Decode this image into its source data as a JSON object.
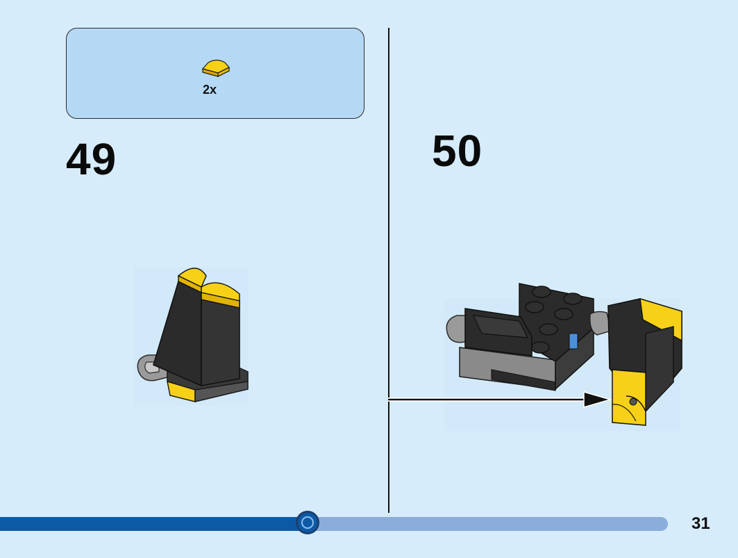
{
  "parts_box": {
    "quantity": "2x",
    "part_icon": "yellow-quarter-round-tile-icon"
  },
  "steps": [
    {
      "number": "49"
    },
    {
      "number": "50"
    }
  ],
  "progress": {
    "fraction": 0.46
  },
  "page": {
    "number": "31"
  },
  "colors": {
    "background": "#d6ecfa",
    "parts_box": "#b5d9f5",
    "brick_black": "#2b2b2b",
    "brick_yellow": "#f7d117",
    "brick_gray": "#a0a0a0",
    "progress_fill": "#0c5aa6",
    "progress_track": "#8aaddb"
  }
}
